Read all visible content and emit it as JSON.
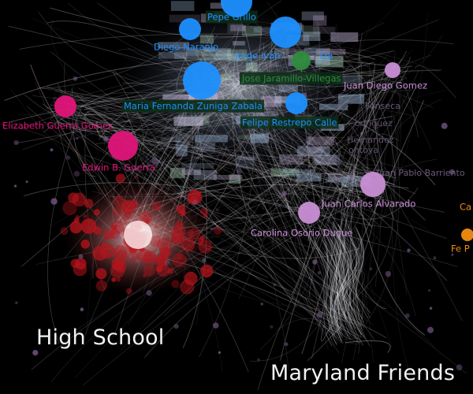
{
  "sections": {
    "high_school": "High School",
    "maryland_friends": "Maryland Friends"
  },
  "colors": {
    "background": "#000000",
    "blue": "#1e90ff",
    "green": "#2e8b3c",
    "magenta": "#e0157a",
    "lilac": "#c98fd6",
    "red": "#b3141c",
    "orange": "#f28c10",
    "faint_purple": "#7a5a8c",
    "label_bg": "#0b2a14"
  },
  "nodes": [
    {
      "label": "Pepe Grillo",
      "group": "blue",
      "weight": 2
    },
    {
      "label": "Diego Naranjo",
      "group": "blue",
      "weight": 2
    },
    {
      "label": "Jorge Iván",
      "group": "blue",
      "weight": 3
    },
    {
      "label": "Iza",
      "group": "blue",
      "weight": 0
    },
    {
      "label": "Jose Jaramillo-Villegas",
      "group": "green",
      "weight": 2
    },
    {
      "label": "Maria Fernanda Zuniga Zabala",
      "group": "blue",
      "weight": 4
    },
    {
      "label": "Felipe Restrepo Calle",
      "group": "blue",
      "weight": 2
    },
    {
      "label": "Elizabeth Guerra Gomez",
      "group": "magenta",
      "weight": 2
    },
    {
      "label": "Edwin B. Guerra",
      "group": "magenta",
      "weight": 3
    },
    {
      "label": "Juan Diego Gomez",
      "group": "lilac",
      "weight": 1
    },
    {
      "label": "Juan Carlos Alvarado",
      "group": "lilac",
      "weight": 2
    },
    {
      "label": "Carolina Osorio Duque",
      "group": "lilac",
      "weight": 2
    },
    {
      "label": "Fe P",
      "group": "orange",
      "weight": 1
    },
    {
      "label": "Ca",
      "group": "orange",
      "weight": 0
    }
  ],
  "faint_labels": [
    "Fonseca",
    "odriguez",
    "Hernandez",
    "ontoya",
    "Juan Pablo Barriento"
  ]
}
